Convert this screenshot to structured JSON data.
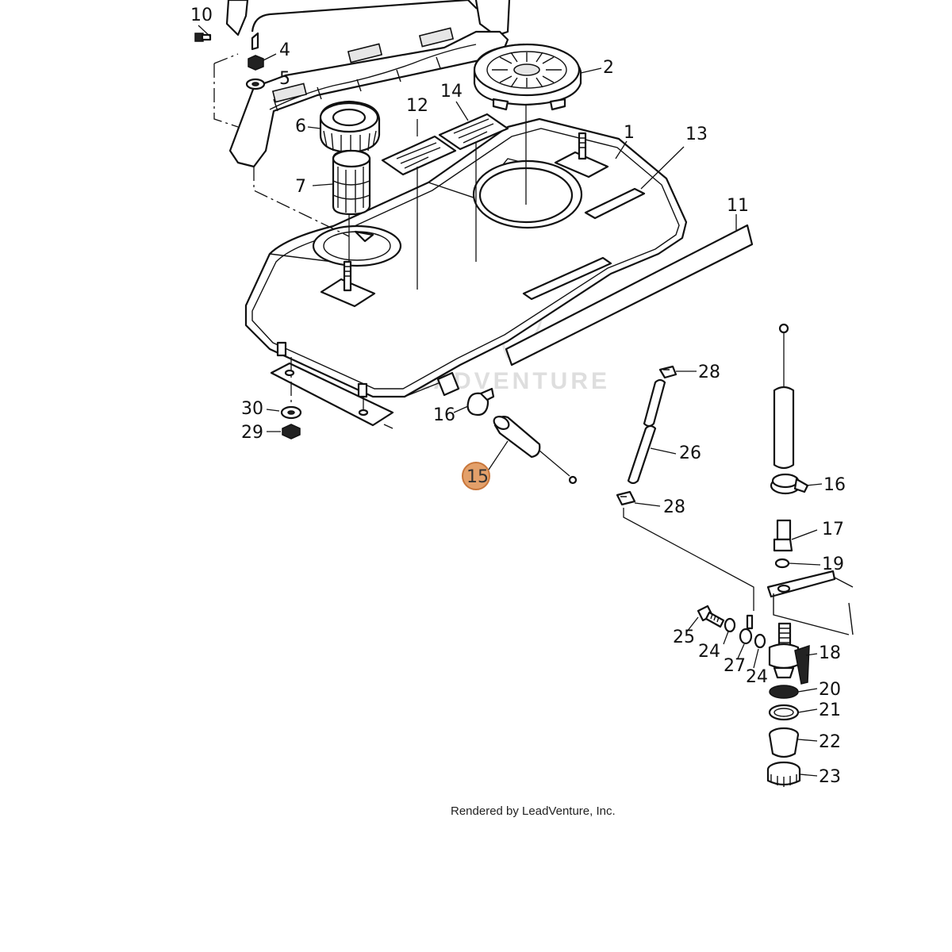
{
  "diagram": {
    "callouts": [
      {
        "id": "10",
        "text": "10"
      },
      {
        "id": "4",
        "text": "4"
      },
      {
        "id": "5",
        "text": "5"
      },
      {
        "id": "2",
        "text": "2"
      },
      {
        "id": "14",
        "text": "14"
      },
      {
        "id": "12",
        "text": "12"
      },
      {
        "id": "6",
        "text": "6"
      },
      {
        "id": "1",
        "text": "1"
      },
      {
        "id": "13",
        "text": "13"
      },
      {
        "id": "7",
        "text": "7"
      },
      {
        "id": "11",
        "text": "11"
      },
      {
        "id": "28a",
        "text": "28"
      },
      {
        "id": "16a",
        "text": "16"
      },
      {
        "id": "30",
        "text": "30"
      },
      {
        "id": "29",
        "text": "29"
      },
      {
        "id": "26",
        "text": "26"
      },
      {
        "id": "15",
        "text": "15"
      },
      {
        "id": "16b",
        "text": "16"
      },
      {
        "id": "28b",
        "text": "28"
      },
      {
        "id": "17",
        "text": "17"
      },
      {
        "id": "19",
        "text": "19"
      },
      {
        "id": "25",
        "text": "25"
      },
      {
        "id": "24a",
        "text": "24"
      },
      {
        "id": "27",
        "text": "27"
      },
      {
        "id": "24b",
        "text": "24"
      },
      {
        "id": "18",
        "text": "18"
      },
      {
        "id": "20",
        "text": "20"
      },
      {
        "id": "21",
        "text": "21"
      },
      {
        "id": "22",
        "text": "22"
      },
      {
        "id": "23",
        "text": "23"
      }
    ],
    "highlight_color": "#e3a06a",
    "highlight_stroke": "#c8763a",
    "watermark": "LEADVENTURE",
    "credit": "Rendered by LeadVenture, Inc."
  }
}
